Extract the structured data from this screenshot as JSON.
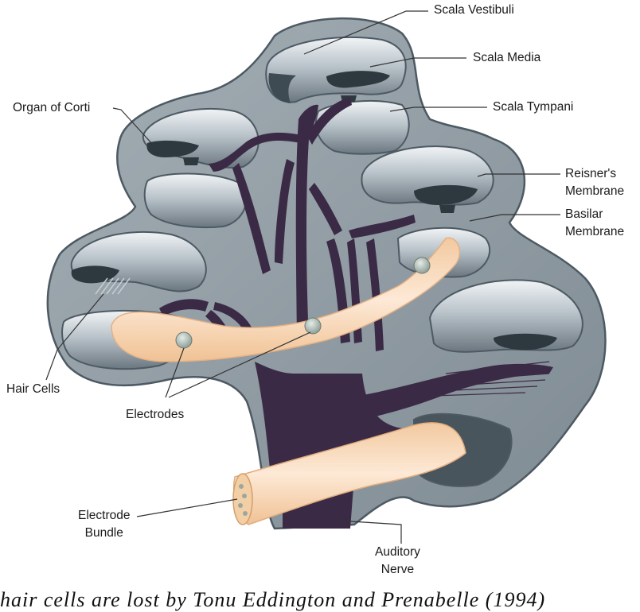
{
  "labels": {
    "scala_vestibuli": "Scala Vestibuli",
    "scala_media": "Scala Media",
    "scala_tympani": "Scala Tympani",
    "organ_of_corti": "Organ of Corti",
    "reisners_membrane": [
      "Reisner's",
      "Membrane"
    ],
    "basilar_membrane": [
      "Basilar",
      "Membrane"
    ],
    "hair_cells": "Hair Cells",
    "electrodes": "Electrodes",
    "electrode_bundle": [
      "Electrode",
      "Bundle"
    ],
    "auditory_nerve": [
      "Auditory",
      "Nerve"
    ]
  },
  "caption": "hair cells are lost by Tonu Eddington and Prenabelle (1994)",
  "colors": {
    "cochlea_outer": "#8f9ba3",
    "cochlea_edge": "#4d5a63",
    "chamber_dark": "#5d6a73",
    "chamber_light": "#e6ebee",
    "nerve": "#3b2a45",
    "electrode": "#f6d2ad",
    "electrode_highlight": "#fdeedd",
    "leader_line": "#333333"
  }
}
